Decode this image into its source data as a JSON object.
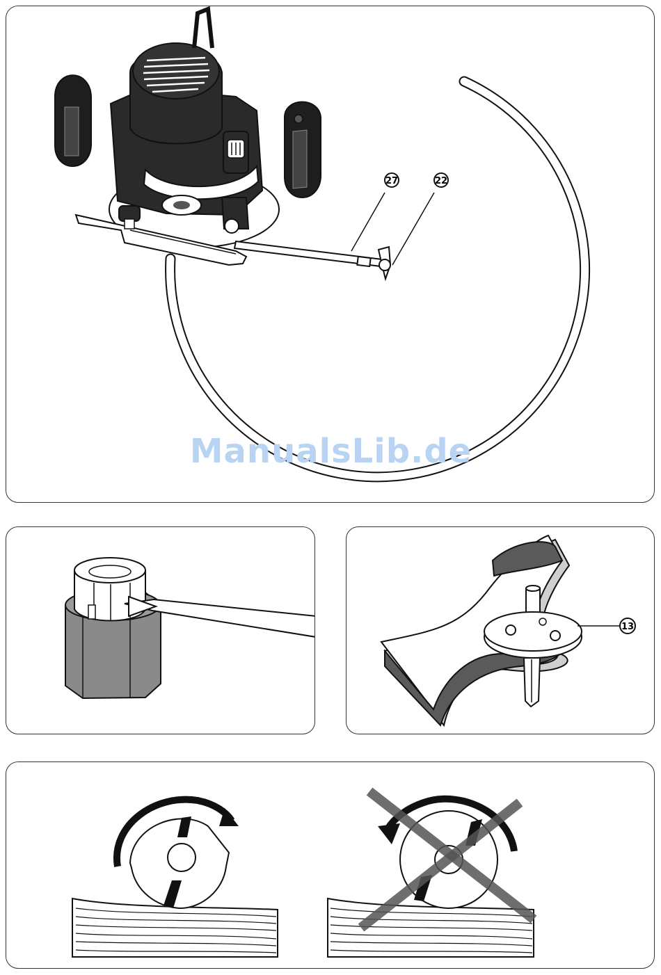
{
  "watermark": "ManualsLib.de",
  "callouts": {
    "extension_rod": "27",
    "centering_pin": "22",
    "guide_bearing": "13"
  },
  "icons": {
    "router_circle_cut": "router-with-circle-guide-illustration",
    "collet_wrench": "collet-nut-and-wrench-illustration",
    "bearing_bit": "bearing-guided-bit-on-workpiece-illustration",
    "correct_rotation": "correct-feed-direction-illustration",
    "wrong_rotation": "wrong-feed-direction-illustration"
  },
  "colors": {
    "ink": "#111111",
    "body_dark": "#2a2a2a",
    "nut_gray": "#8a8a8a",
    "watermark": "#b9d4f3"
  }
}
